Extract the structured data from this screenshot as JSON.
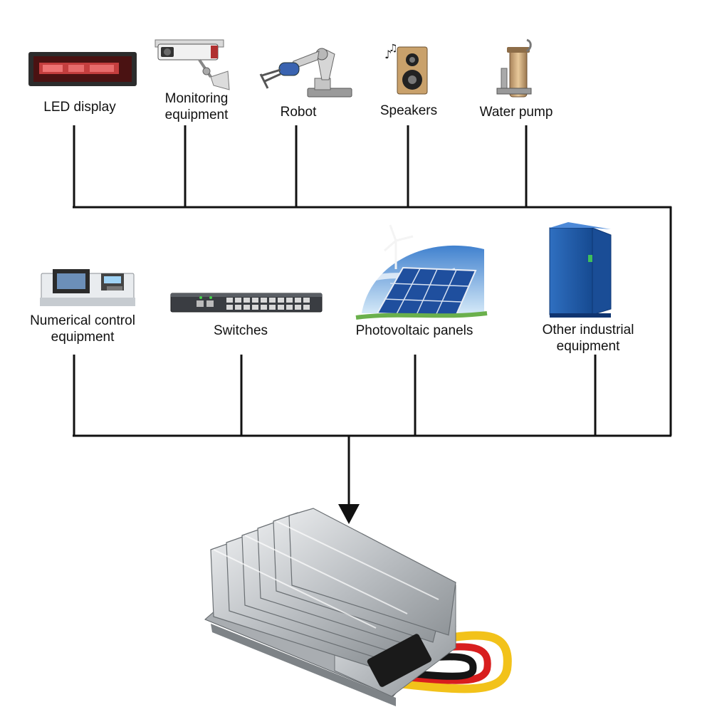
{
  "top_row": [
    {
      "id": "led",
      "label": "LED display",
      "icon": "led-display-icon"
    },
    {
      "id": "monitor",
      "label": "Monitoring\nequipment",
      "icon": "security-camera-icon"
    },
    {
      "id": "robot",
      "label": "Robot",
      "icon": "robot-arm-icon"
    },
    {
      "id": "speakers",
      "label": "Speakers",
      "icon": "speaker-icon"
    },
    {
      "id": "pump",
      "label": "Water pump",
      "icon": "water-pump-icon"
    }
  ],
  "middle_row": [
    {
      "id": "cnc",
      "label": "Numerical control\nequipment",
      "icon": "cnc-machine-icon"
    },
    {
      "id": "switch",
      "label": "Switches",
      "icon": "network-switch-icon"
    },
    {
      "id": "pv",
      "label": "Photovoltaic panels",
      "icon": "solar-panel-icon"
    },
    {
      "id": "other",
      "label": "Other industrial\nequipment",
      "icon": "industrial-cabinet-icon"
    }
  ],
  "product": {
    "icon": "dc-converter-module-icon"
  },
  "colors": {
    "line": "#111111",
    "cable_red": "#d81e1e",
    "cable_yellow": "#f2c21a",
    "cable_black": "#151515"
  }
}
